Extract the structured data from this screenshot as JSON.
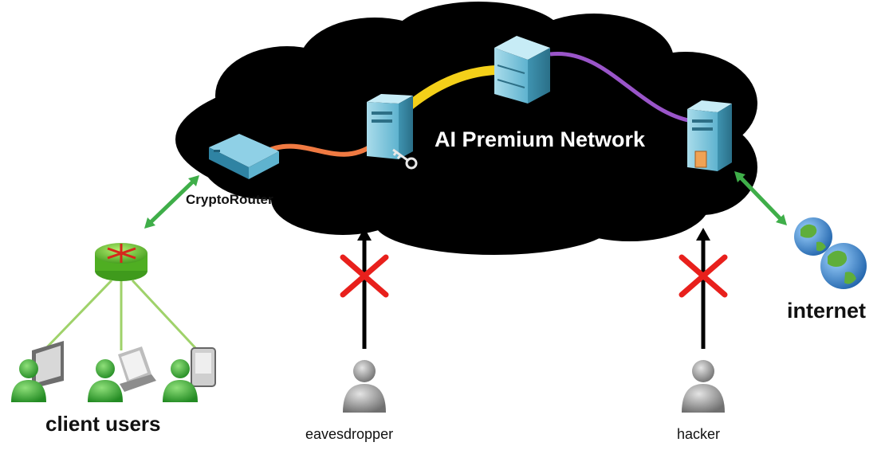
{
  "network": {
    "title": "AI Premium Network"
  },
  "nodes": {
    "crypto_router": "CryptoRouter",
    "client_users": "client users",
    "internet": "internet",
    "eavesdropper": "eavesdropper",
    "hacker": "hacker"
  },
  "colors": {
    "cloud": "#000000",
    "green_arrow": "#3fae49",
    "blocked_x": "#e8201c",
    "cable_orange": "#f07a42",
    "cable_yellow": "#f4d019",
    "cable_purple": "#9a55c9",
    "client_line": "#9fd26a",
    "server": "#7fc4dc",
    "user_green": "#3aa83a",
    "attacker_gray": "#9a9a9a"
  },
  "icons": [
    "router-icon",
    "crypto-router-icon",
    "key-server-icon",
    "storage-server-icon",
    "firewall-server-icon",
    "globe-icon",
    "user-icon",
    "monitor-icon",
    "laptop-icon",
    "phone-icon",
    "blocked-x-icon"
  ]
}
